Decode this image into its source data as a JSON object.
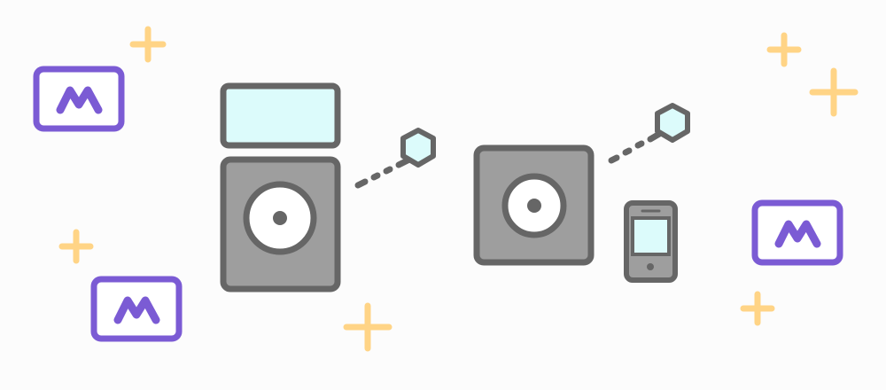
{
  "colors": {
    "background": "#fcfcfc",
    "device_body": "#9e9e9e",
    "device_outline": "#666666",
    "screen": "#dcfbfb",
    "brand_purple": "#7b5bd4",
    "sparkle": "#ffd486"
  },
  "icons": {
    "logo_badge": "purple-m-logo",
    "sparkle": "plus-sparkle",
    "speaker": "speaker-device",
    "phone": "smartphone",
    "antenna": "hexagon-antenna"
  }
}
